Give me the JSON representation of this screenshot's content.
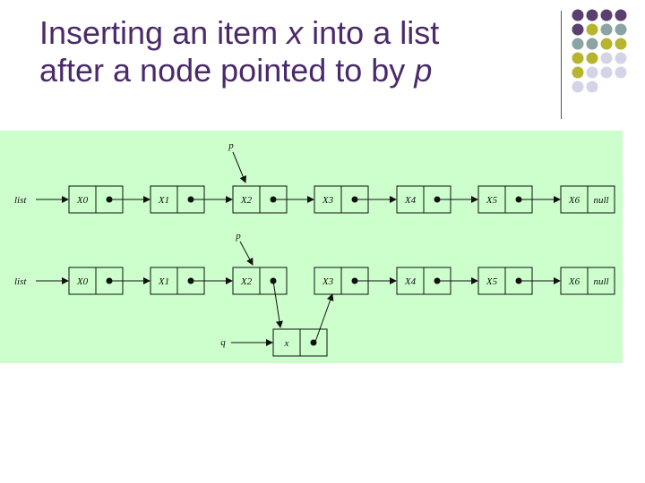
{
  "slide": {
    "title_line1_a": "Inserting an item ",
    "title_line1_var": "x",
    "title_line1_b": " into a list",
    "title_line2_a": "after a node pointed to by ",
    "title_line2_var": "p"
  },
  "colors": {
    "title": "#4b2a6b",
    "panel_bg": "#ccffcc",
    "dot_purple": "#5b3f6e",
    "dot_teal": "#8aa3a3",
    "dot_olive": "#b7b52e",
    "dot_lavender": "#d4d4e6"
  },
  "diagram": {
    "list_label": "list",
    "null_label": "null",
    "pointer_p": "p",
    "pointer_q": "q",
    "new_node": "x",
    "row1_nodes": [
      "X0",
      "X1",
      "X2",
      "X3",
      "X4",
      "X5",
      "X6"
    ],
    "row2_nodes": [
      "X0",
      "X1",
      "X2",
      "X3",
      "X4",
      "X5",
      "X6"
    ]
  }
}
